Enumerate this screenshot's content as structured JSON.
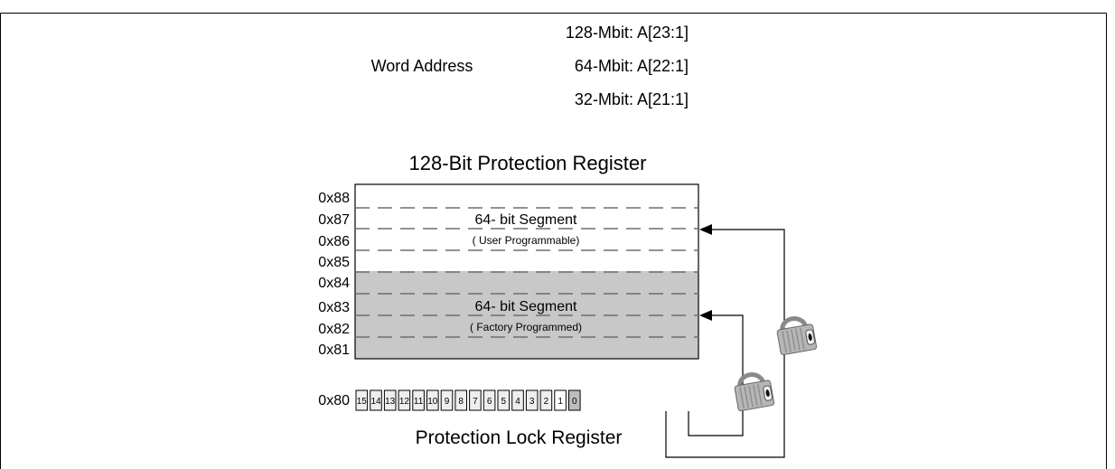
{
  "header": {
    "word_address_label": "Word Address",
    "address_lines": [
      "128-Mbit: A[23:1]",
      "64-Mbit: A[22:1]",
      "32-Mbit: A[21:1]"
    ]
  },
  "protection_register": {
    "title": "128-Bit Protection Register",
    "addresses": [
      "0x88",
      "0x87",
      "0x86",
      "0x85",
      "0x84",
      "0x83",
      "0x82",
      "0x81"
    ],
    "user_segment": {
      "title": "64- bit Segment",
      "subtitle": "( User  Programmable)"
    },
    "factory_segment": {
      "title": "64- bit Segment",
      "subtitle": "( Factory  Programmed)"
    },
    "colors": {
      "factory_fill": "#c8c8c8",
      "user_fill": "#ffffff"
    }
  },
  "lock_register": {
    "address": "0x80",
    "title": "Protection Lock Register",
    "bits": [
      "15",
      "14",
      "13",
      "12",
      "11",
      "10",
      "9",
      "8",
      "7",
      "6",
      "5",
      "4",
      "3",
      "2",
      "1",
      "0"
    ],
    "colors": {
      "upper_bits": "#eeeeee",
      "bit1": "#ffffff",
      "bit0": "#bdbdbd"
    }
  },
  "icons": [
    "padlock-icon",
    "padlock-icon"
  ]
}
